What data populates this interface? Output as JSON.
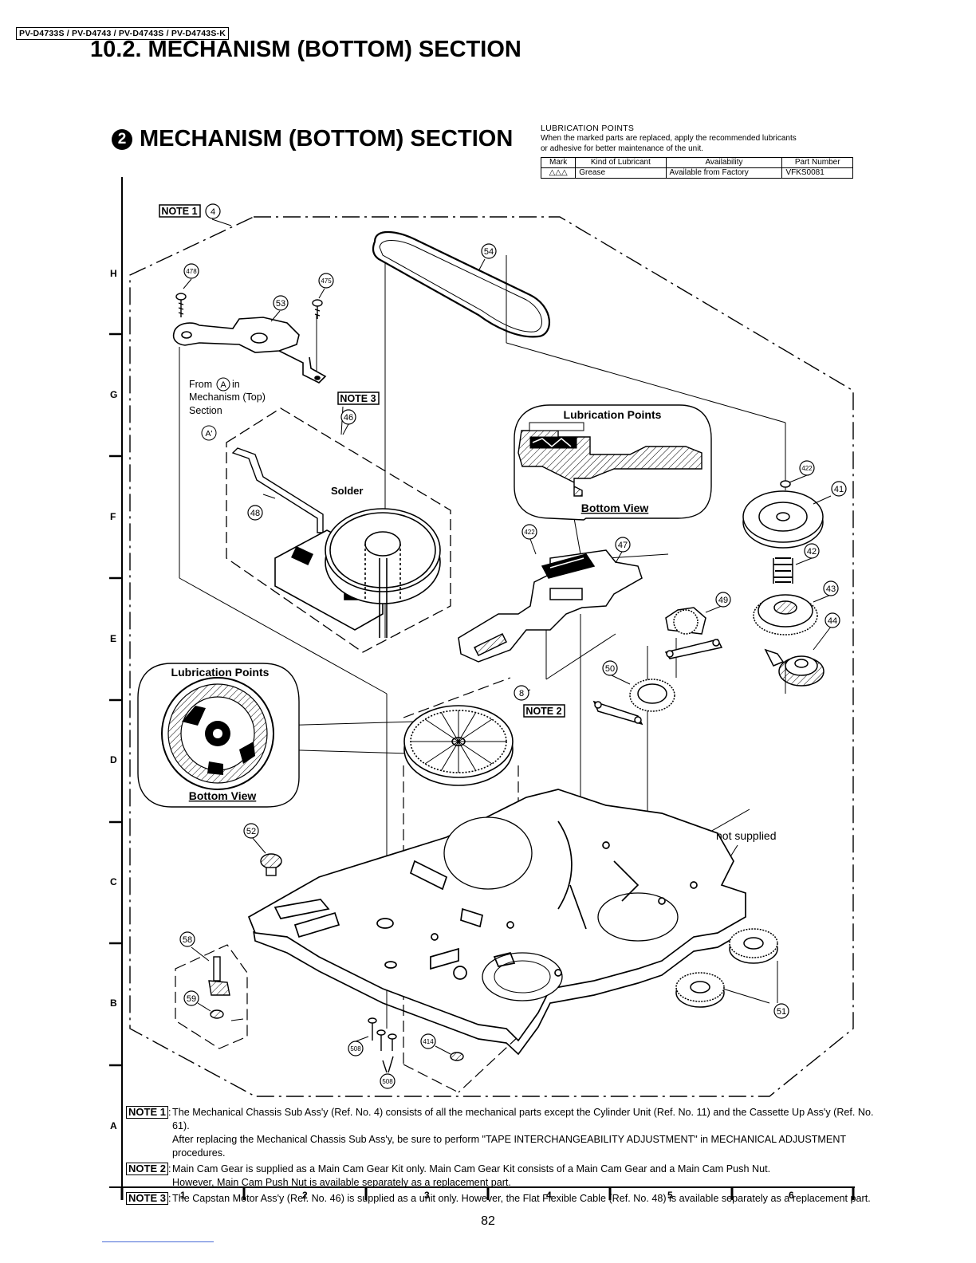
{
  "header": {
    "model_numbers": "PV-D4733S / PV-D4743 / PV-D4743S / PV-D4743S-K",
    "section_title": "10.2.   MECHANISM (BOTTOM) SECTION",
    "subsection_number": "2",
    "subsection_title": "MECHANISM (BOTTOM) SECTION"
  },
  "lubrication": {
    "heading": "LUBRICATION POINTS",
    "desc_line1": "When the marked parts are replaced, apply the recommended lubricants",
    "desc_line2": "or adhesive for better maintenance of the unit.",
    "columns": [
      "Mark",
      "Kind of Lubricant",
      "Availability",
      "Part Number"
    ],
    "rows": [
      [
        "△△△",
        "Grease",
        "Available from Factory",
        "VFKS0081"
      ]
    ]
  },
  "grid": {
    "rows": [
      "H",
      "G",
      "F",
      "E",
      "D",
      "C",
      "B",
      "A"
    ],
    "columns": [
      "1",
      "2",
      "3",
      "4",
      "5",
      "6"
    ]
  },
  "diagram": {
    "from_line1": "From",
    "from_ref": "A",
    "from_line2": "in",
    "from_line3": "Mechanism (Top)",
    "from_line4": "Section",
    "a_prime": "A'",
    "solder": "Solder",
    "not_supplied": "not supplied",
    "lub_points_right": "Lubrication Points",
    "bottom_view_right": "Bottom View",
    "lub_points_left": "Lubrication Points",
    "bottom_view_left": "Bottom View",
    "note1": "NOTE 1",
    "note2": "NOTE 2",
    "note3": "NOTE 3",
    "parts": {
      "p4": "4",
      "p478": "478",
      "p475": "475",
      "p53": "53",
      "p54": "54",
      "p46": "46",
      "p48": "48",
      "p422a": "422",
      "p422b": "422",
      "p41": "41",
      "p42": "42",
      "p47": "47",
      "p43": "43",
      "p49": "49",
      "p44": "44",
      "p50": "50",
      "p8": "8",
      "p52": "52",
      "p58": "58",
      "p59": "59",
      "p51": "51",
      "p508a": "508",
      "p508b": "508",
      "p414": "414"
    }
  },
  "notes": [
    {
      "tag": "NOTE 1",
      "line1": "The Mechanical Chassis Sub Ass'y (Ref. No. 4) consists of all the mechanical parts except the Cylinder Unit (Ref. No. 11) and the Cassette Up Ass'y (Ref. No. 61).",
      "line2": "After replacing the Mechanical Chassis Sub Ass'y, be sure to perform \"TAPE INTERCHANGEABILITY ADJUSTMENT\" in MECHANICAL ADJUSTMENT procedures."
    },
    {
      "tag": "NOTE 2",
      "line1": "Main Cam Gear is supplied as a Main Cam Gear Kit only. Main Cam Gear Kit consists of a Main Cam Gear and a Main Cam Push Nut.",
      "line2": "However, Main Cam Push Nut is available separately as a replacement part."
    },
    {
      "tag": "NOTE 3",
      "line1": "The Capstan Motor Ass'y (Ref. No. 46) is supplied as a unit only. However, the Flat Flexible Cable (Ref. No. 48) is available separately as a replacement part.",
      "line2": ""
    }
  ],
  "page_number": "82"
}
